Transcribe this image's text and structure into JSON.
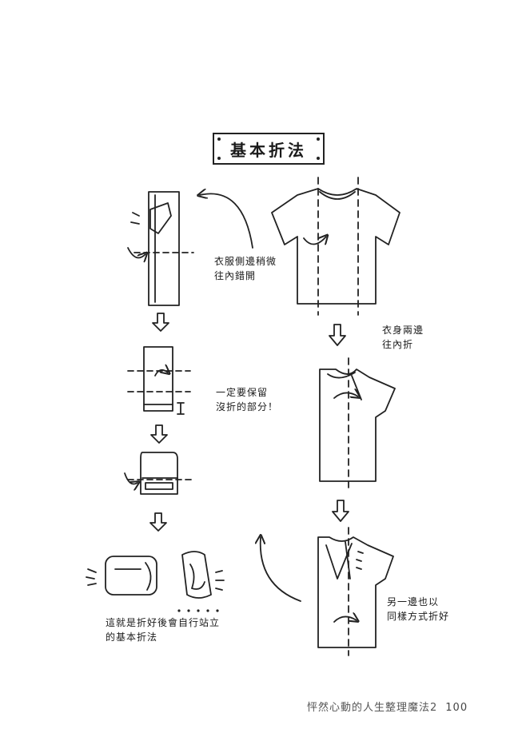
{
  "title": "基本折法",
  "notes": {
    "sleeve_shift": "衣服側邊稍微\n往內錯開",
    "fold_both_sides": "衣身兩邊\n往內折",
    "leave_unfolded": "一定要保留\n沒折的部分！",
    "other_side": "另一邊也以\n同樣方式折好",
    "final_result": "這就是折好後會自行站立\n的基本折法"
  },
  "footer": {
    "book_title": "怦然心動的人生整理魔法2",
    "page_number": "100"
  }
}
